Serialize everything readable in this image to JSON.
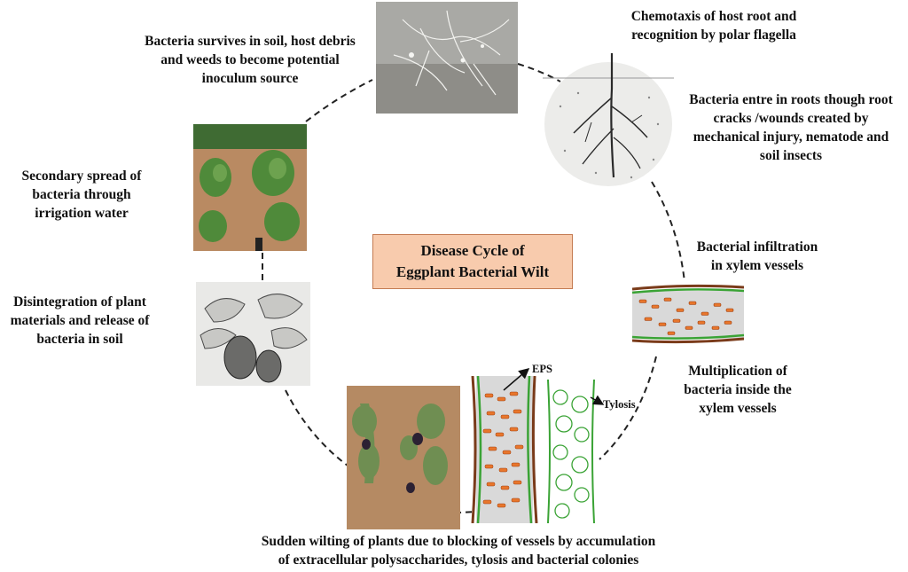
{
  "title": {
    "line1": "Disease Cycle of",
    "line2": "Eggplant Bacterial Wilt"
  },
  "stages": {
    "survival": [
      "Bacteria survives in soil, host debris",
      "and weeds to become potential",
      "inoculum source"
    ],
    "chemotaxis": [
      "Chemotaxis of host root and",
      "recognition by polar flagella"
    ],
    "entry": [
      "Bacteria entre in roots though root",
      "cracks /wounds created by",
      "mechanical injury, nematode and",
      "soil insects"
    ],
    "infiltration": [
      "Bacterial infiltration",
      "in xylem vessels"
    ],
    "multiplication": [
      "Multiplication of",
      "bacteria inside the",
      "xylem vessels"
    ],
    "wilting": [
      "Sudden wilting of plants due to blocking of vessels by accumulation",
      "of extracellular polysaccharides, tylosis and bacterial colonies"
    ],
    "disintegration": [
      "Disintegration of plant",
      "materials and release of",
      "bacteria in soil"
    ],
    "secondary": [
      "Secondary spread of",
      "bacteria through",
      "irrigation water"
    ]
  },
  "annotations": {
    "eps": "EPS",
    "tylosis": "Tylosis"
  },
  "colors": {
    "title_fill": "#f8cbad",
    "title_border": "#c47b52",
    "bacteria": "#e8762c",
    "vessel_green": "#3aa335",
    "vessel_brown": "#7a3b1a"
  }
}
